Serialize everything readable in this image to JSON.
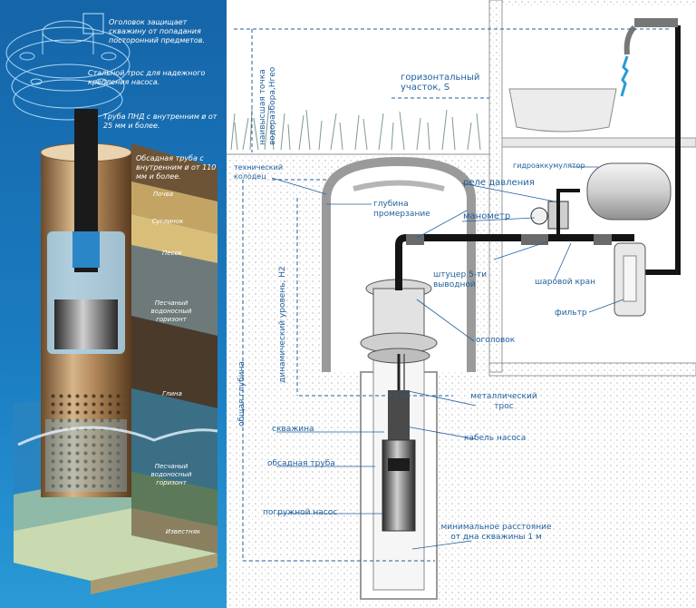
{
  "left_panel": {
    "labels": {
      "cap": "Оголовок защищает скважину от попадания посторонний предметов.",
      "cable": "Стальной трос для надежного крепления насоса.",
      "pipe": "Труба ПНД с внутренним ø от 25 мм и более.",
      "casing": "Обсадная труба с внутренним ø от 110 мм и более."
    },
    "layers": {
      "soil": "Почва",
      "loam": "Суглинок",
      "sand": "Песок",
      "aquifer1": "Песчаный водоносный горизонт",
      "clay": "Глина",
      "aquifer2": "Песчаный водоносный горизонт",
      "limestone": "Известняк"
    }
  },
  "right_panel": {
    "labels": {
      "highest_point": "наивысшая точка водоразбора,Нгео",
      "horizontal": "горизонтальный участок, S",
      "tech_well": "технический колодец",
      "freezing": "глубина промерзание",
      "dynamic": "динамический уровень, Н2",
      "total_depth": "общая глубина",
      "relay": "реле давления",
      "accumulator": "гидроаккумулятор",
      "manometer": "манометр",
      "fitting": "штуцер 5-ти выводной",
      "ball_valve": "шаровой кран",
      "filter": "фильтр",
      "head": "оголовок",
      "metal_cable": "металлический трос",
      "well": "скважина",
      "pump_cable": "кабель насоса",
      "casing_pipe": "обсадная труба",
      "pump": "погружной насос",
      "min_distance": "минимальное расстояние от дна скважины 1 м"
    }
  },
  "colors": {
    "accent_blue": "#1f5f9e",
    "water": "#2a9ad6",
    "pipe_black": "#141414",
    "soil_dots": "#bfbfbf",
    "left_bg": "#1a74b3"
  }
}
